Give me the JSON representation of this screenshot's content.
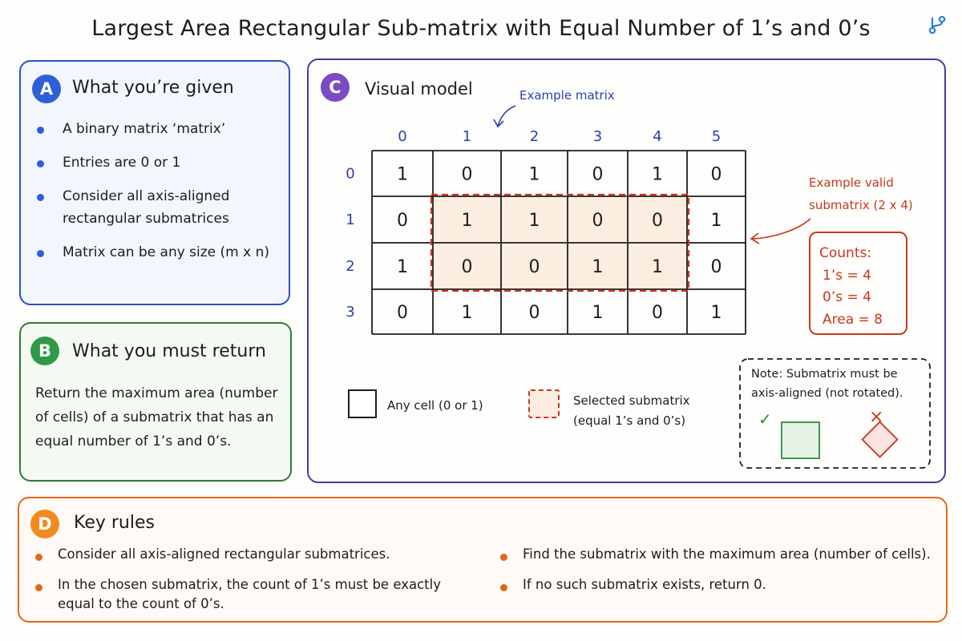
{
  "title": "Largest Area Rectangular Sub-matrix with Equal Number of 1’s and 0’s",
  "corner_icon": "branch-icon",
  "colors": {
    "blue": "#2a52c9",
    "green": "#2e7d32",
    "purple": "#4b3a9c",
    "orange": "#e0681a",
    "red": "#c8371c",
    "highlight_fill": "#fbeee0"
  },
  "panel_a": {
    "badge": "A",
    "title": "What you’re given",
    "items": [
      "A binary matrix ‘matrix’",
      "Entries are 0 or 1",
      "Consider all axis-aligned rectangular submatrices",
      "Matrix can be any size (m x n)"
    ]
  },
  "panel_b": {
    "badge": "B",
    "title": "What you must return",
    "text": "Return the maximum area (number of cells) of a submatrix that has an equal number of 1’s and 0’s."
  },
  "panel_c": {
    "badge": "C",
    "title": "Visual model",
    "example_matrix_label": "Example matrix",
    "col_headers": [
      "0",
      "1",
      "2",
      "3",
      "4",
      "5"
    ],
    "row_headers": [
      "0",
      "1",
      "2",
      "3"
    ],
    "matrix": [
      [
        1,
        0,
        1,
        0,
        1,
        0
      ],
      [
        0,
        1,
        1,
        0,
        0,
        1
      ],
      [
        1,
        0,
        0,
        1,
        1,
        0
      ],
      [
        0,
        1,
        0,
        1,
        0,
        1
      ]
    ],
    "selection": {
      "row_start": 1,
      "row_end": 2,
      "col_start": 1,
      "col_end": 4
    },
    "valid_label": [
      "Example valid",
      "submatrix (2 x 4)"
    ],
    "counts": [
      "Counts:",
      "1’s = 4",
      "0’s = 4",
      "Area = 8"
    ],
    "legend": {
      "any_cell": "Any cell (0 or 1)",
      "selected": [
        "Selected submatrix",
        "(equal 1’s and 0’s)"
      ]
    },
    "note": [
      "Note: Submatrix must be",
      "axis-aligned (not rotated)."
    ],
    "valid_mark": "✓",
    "invalid_mark": "×"
  },
  "panel_d": {
    "badge": "D",
    "title": "Key rules",
    "left_items": [
      "Consider all axis-aligned rectangular submatrices.",
      "In the chosen submatrix, the count of 1’s must be exactly equal to the count of 0’s."
    ],
    "right_items": [
      "Find the submatrix with the maximum area (number of cells).",
      "If no such submatrix exists, return 0."
    ]
  }
}
